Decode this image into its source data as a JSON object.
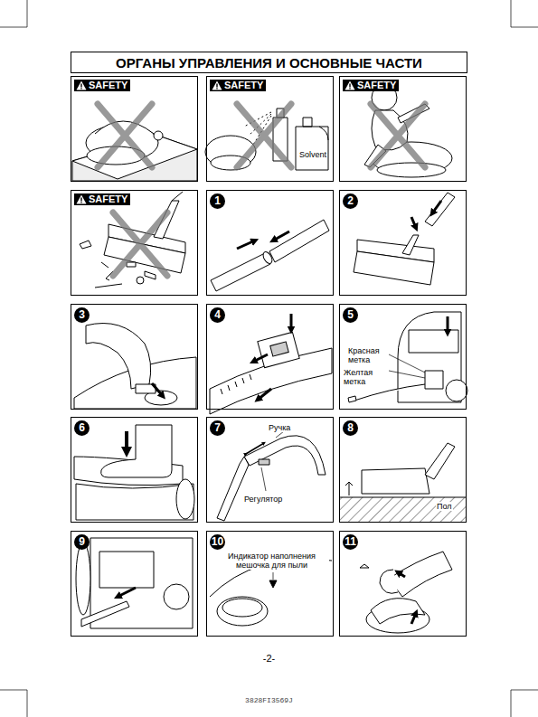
{
  "diagram": {
    "nodes": [
      {
        "text": [
          "ОРГАНЫ УПРАВЛЕНИЯ И ОСНОВНЫЕ ЧАСТИ"
        ]
      },
      {
        "text": [
          "SAFETY"
        ]
      },
      {
        "text": [
          "SAFETY",
          "Solvent"
        ]
      },
      {
        "text": [
          "SAFETY"
        ]
      },
      {
        "text": [
          "SAFETY"
        ]
      },
      {
        "text": [
          "1"
        ]
      },
      {
        "text": [
          "2"
        ]
      },
      {
        "text": [
          "3"
        ]
      },
      {
        "text": [
          "4"
        ]
      },
      {
        "text": [
          "5",
          "Красная метка",
          "Желтая метка"
        ]
      },
      {
        "text": [
          "6"
        ]
      },
      {
        "text": [
          "7",
          "Ручка",
          "Регулятор"
        ]
      },
      {
        "text": [
          "8",
          "Пол"
        ]
      },
      {
        "text": [
          "9"
        ]
      },
      {
        "text": [
          "10",
          "Индикатор наполнения мешочка для пыли"
        ]
      },
      {
        "text": [
          "11"
        ]
      }
    ],
    "labels": [
      "-2-",
      "3828FI3569J"
    ]
  }
}
